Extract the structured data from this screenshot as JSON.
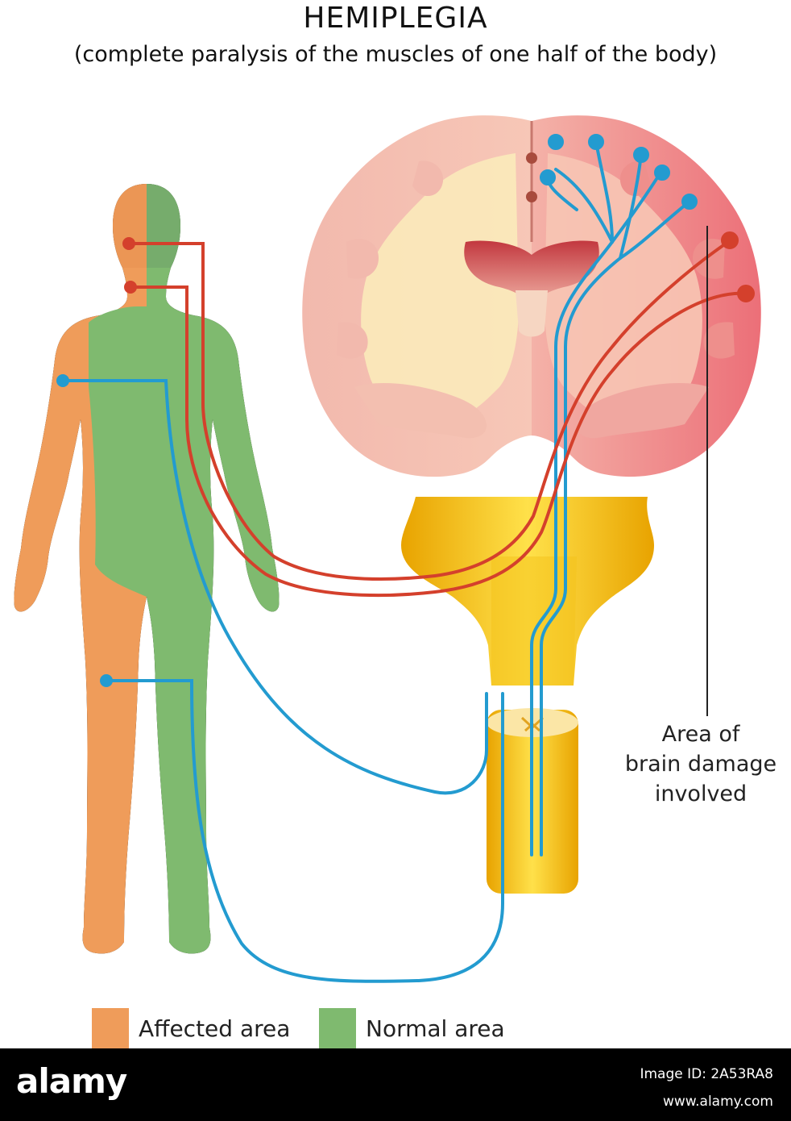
{
  "title": "HEMIPLEGIA",
  "subtitle": "(complete paralysis of the muscles of one half of the body)",
  "annotation": {
    "line1": "Area of",
    "line2": "brain damage",
    "line3": "involved"
  },
  "legend": {
    "affected": {
      "label": "Affected area",
      "color": "#ef9c5a"
    },
    "normal": {
      "label": "Normal area",
      "color": "#7fba6f"
    }
  },
  "nerve_colors": {
    "motor_red": "#d4402c",
    "motor_blue": "#239bd0"
  },
  "footer": {
    "logo": "alamy",
    "image_id": "Image ID: 2A53RA8",
    "url": "www.alamy.com"
  }
}
